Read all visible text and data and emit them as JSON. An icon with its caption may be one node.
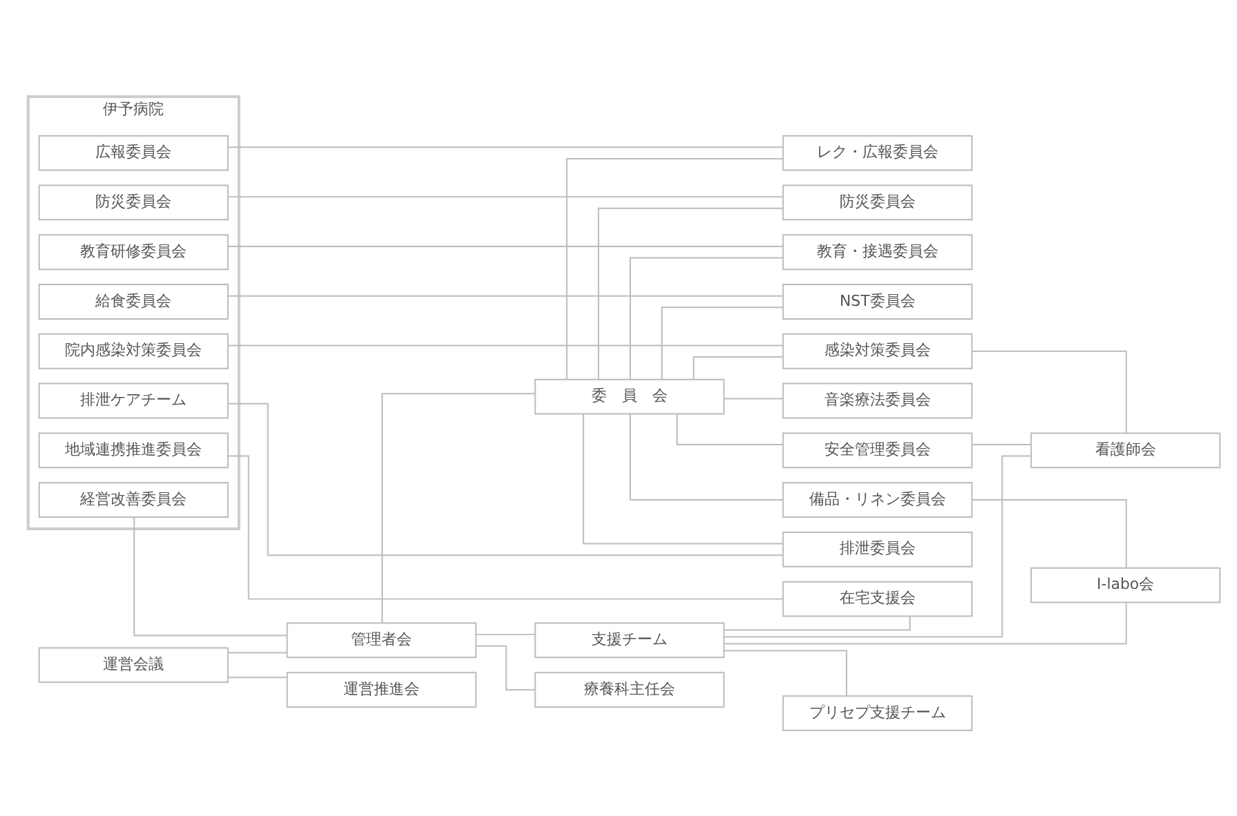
{
  "diagram": {
    "nodes": [
      {
        "text": [
          "伊予病院"
        ]
      },
      {
        "text": [
          "経営改善委員会"
        ],
        "in": 0
      },
      {
        "text": [
          "院内感染対策委員会"
        ],
        "in": 0
      },
      {
        "text": [
          "防災委員会"
        ],
        "in": 0
      },
      {
        "text": [
          "教育研修委員会"
        ],
        "in": 0
      },
      {
        "text": [
          "給食委員会"
        ],
        "in": 0
      },
      {
        "text": [
          "排泄ケアチーム"
        ],
        "in": 0
      },
      {
        "text": [
          "広報委員会"
        ],
        "in": 0
      },
      {
        "text": [
          "地域連携推進委員会"
        ],
        "in": 0
      },
      {
        "text": [
          "運営会議"
        ]
      },
      {
        "text": [
          "運営推進会"
        ]
      },
      {
        "text": [
          "管理者会"
        ]
      },
      {
        "text": [
          "委　員　会"
        ]
      },
      {
        "text": [
          "療養科主任会"
        ]
      },
      {
        "text": [
          "支援チーム"
        ]
      },
      {
        "text": [
          "安全管理委員会"
        ]
      },
      {
        "text": [
          "感染対策委員会"
        ]
      },
      {
        "text": [
          "防災委員会"
        ]
      },
      {
        "text": [
          "教育・接遇委員会"
        ]
      },
      {
        "text": [
          "NST委員会"
        ]
      },
      {
        "text": [
          "排泄委員会"
        ]
      },
      {
        "text": [
          "レク・広報委員会"
        ]
      },
      {
        "text": [
          "備品・リネン委員会"
        ]
      },
      {
        "text": [
          "音楽療法委員会"
        ]
      },
      {
        "text": [
          "看護師会"
        ]
      },
      {
        "text": [
          "プリセプ支援チーム"
        ]
      },
      {
        "text": [
          "I-labo会"
        ]
      },
      {
        "text": [
          "在宅支援会"
        ]
      }
    ],
    "edges": [
      {
        "from": 9,
        "to": 10,
        "arrow": "none"
      },
      {
        "from": 9,
        "to": 11,
        "arrow": "none"
      },
      {
        "from": 1,
        "to": 11,
        "arrow": "none"
      },
      {
        "from": 11,
        "to": 12,
        "arrow": "none"
      },
      {
        "from": 11,
        "to": 13,
        "arrow": "none"
      },
      {
        "from": 11,
        "to": 14,
        "arrow": "none"
      },
      {
        "from": 12,
        "to": 15,
        "arrow": "none"
      },
      {
        "from": 12,
        "to": 16,
        "arrow": "none"
      },
      {
        "from": 12,
        "to": 17,
        "arrow": "none"
      },
      {
        "from": 12,
        "to": 18,
        "arrow": "none"
      },
      {
        "from": 12,
        "to": 19,
        "arrow": "none"
      },
      {
        "from": 12,
        "to": 20,
        "arrow": "none"
      },
      {
        "from": 12,
        "to": 21,
        "arrow": "none"
      },
      {
        "from": 12,
        "to": 22,
        "arrow": "none"
      },
      {
        "from": 12,
        "to": 23,
        "arrow": "none"
      },
      {
        "from": 2,
        "to": 16,
        "arrow": "none"
      },
      {
        "from": 3,
        "to": 17,
        "arrow": "none"
      },
      {
        "from": 4,
        "to": 18,
        "arrow": "none"
      },
      {
        "from": 5,
        "to": 19,
        "arrow": "none"
      },
      {
        "from": 6,
        "to": 20,
        "arrow": "none"
      },
      {
        "from": 7,
        "to": 21,
        "arrow": "none"
      },
      {
        "from": 15,
        "to": 24,
        "arrow": "none"
      },
      {
        "from": 16,
        "to": 24,
        "arrow": "none"
      },
      {
        "from": 22,
        "to": 26,
        "arrow": "none"
      },
      {
        "from": 14,
        "to": 24,
        "arrow": "none"
      },
      {
        "from": 14,
        "to": 25,
        "arrow": "none"
      },
      {
        "from": 14,
        "to": 26,
        "arrow": "none"
      },
      {
        "from": 14,
        "to": 27,
        "arrow": "none"
      },
      {
        "from": 8,
        "to": 27,
        "arrow": "none"
      }
    ]
  }
}
